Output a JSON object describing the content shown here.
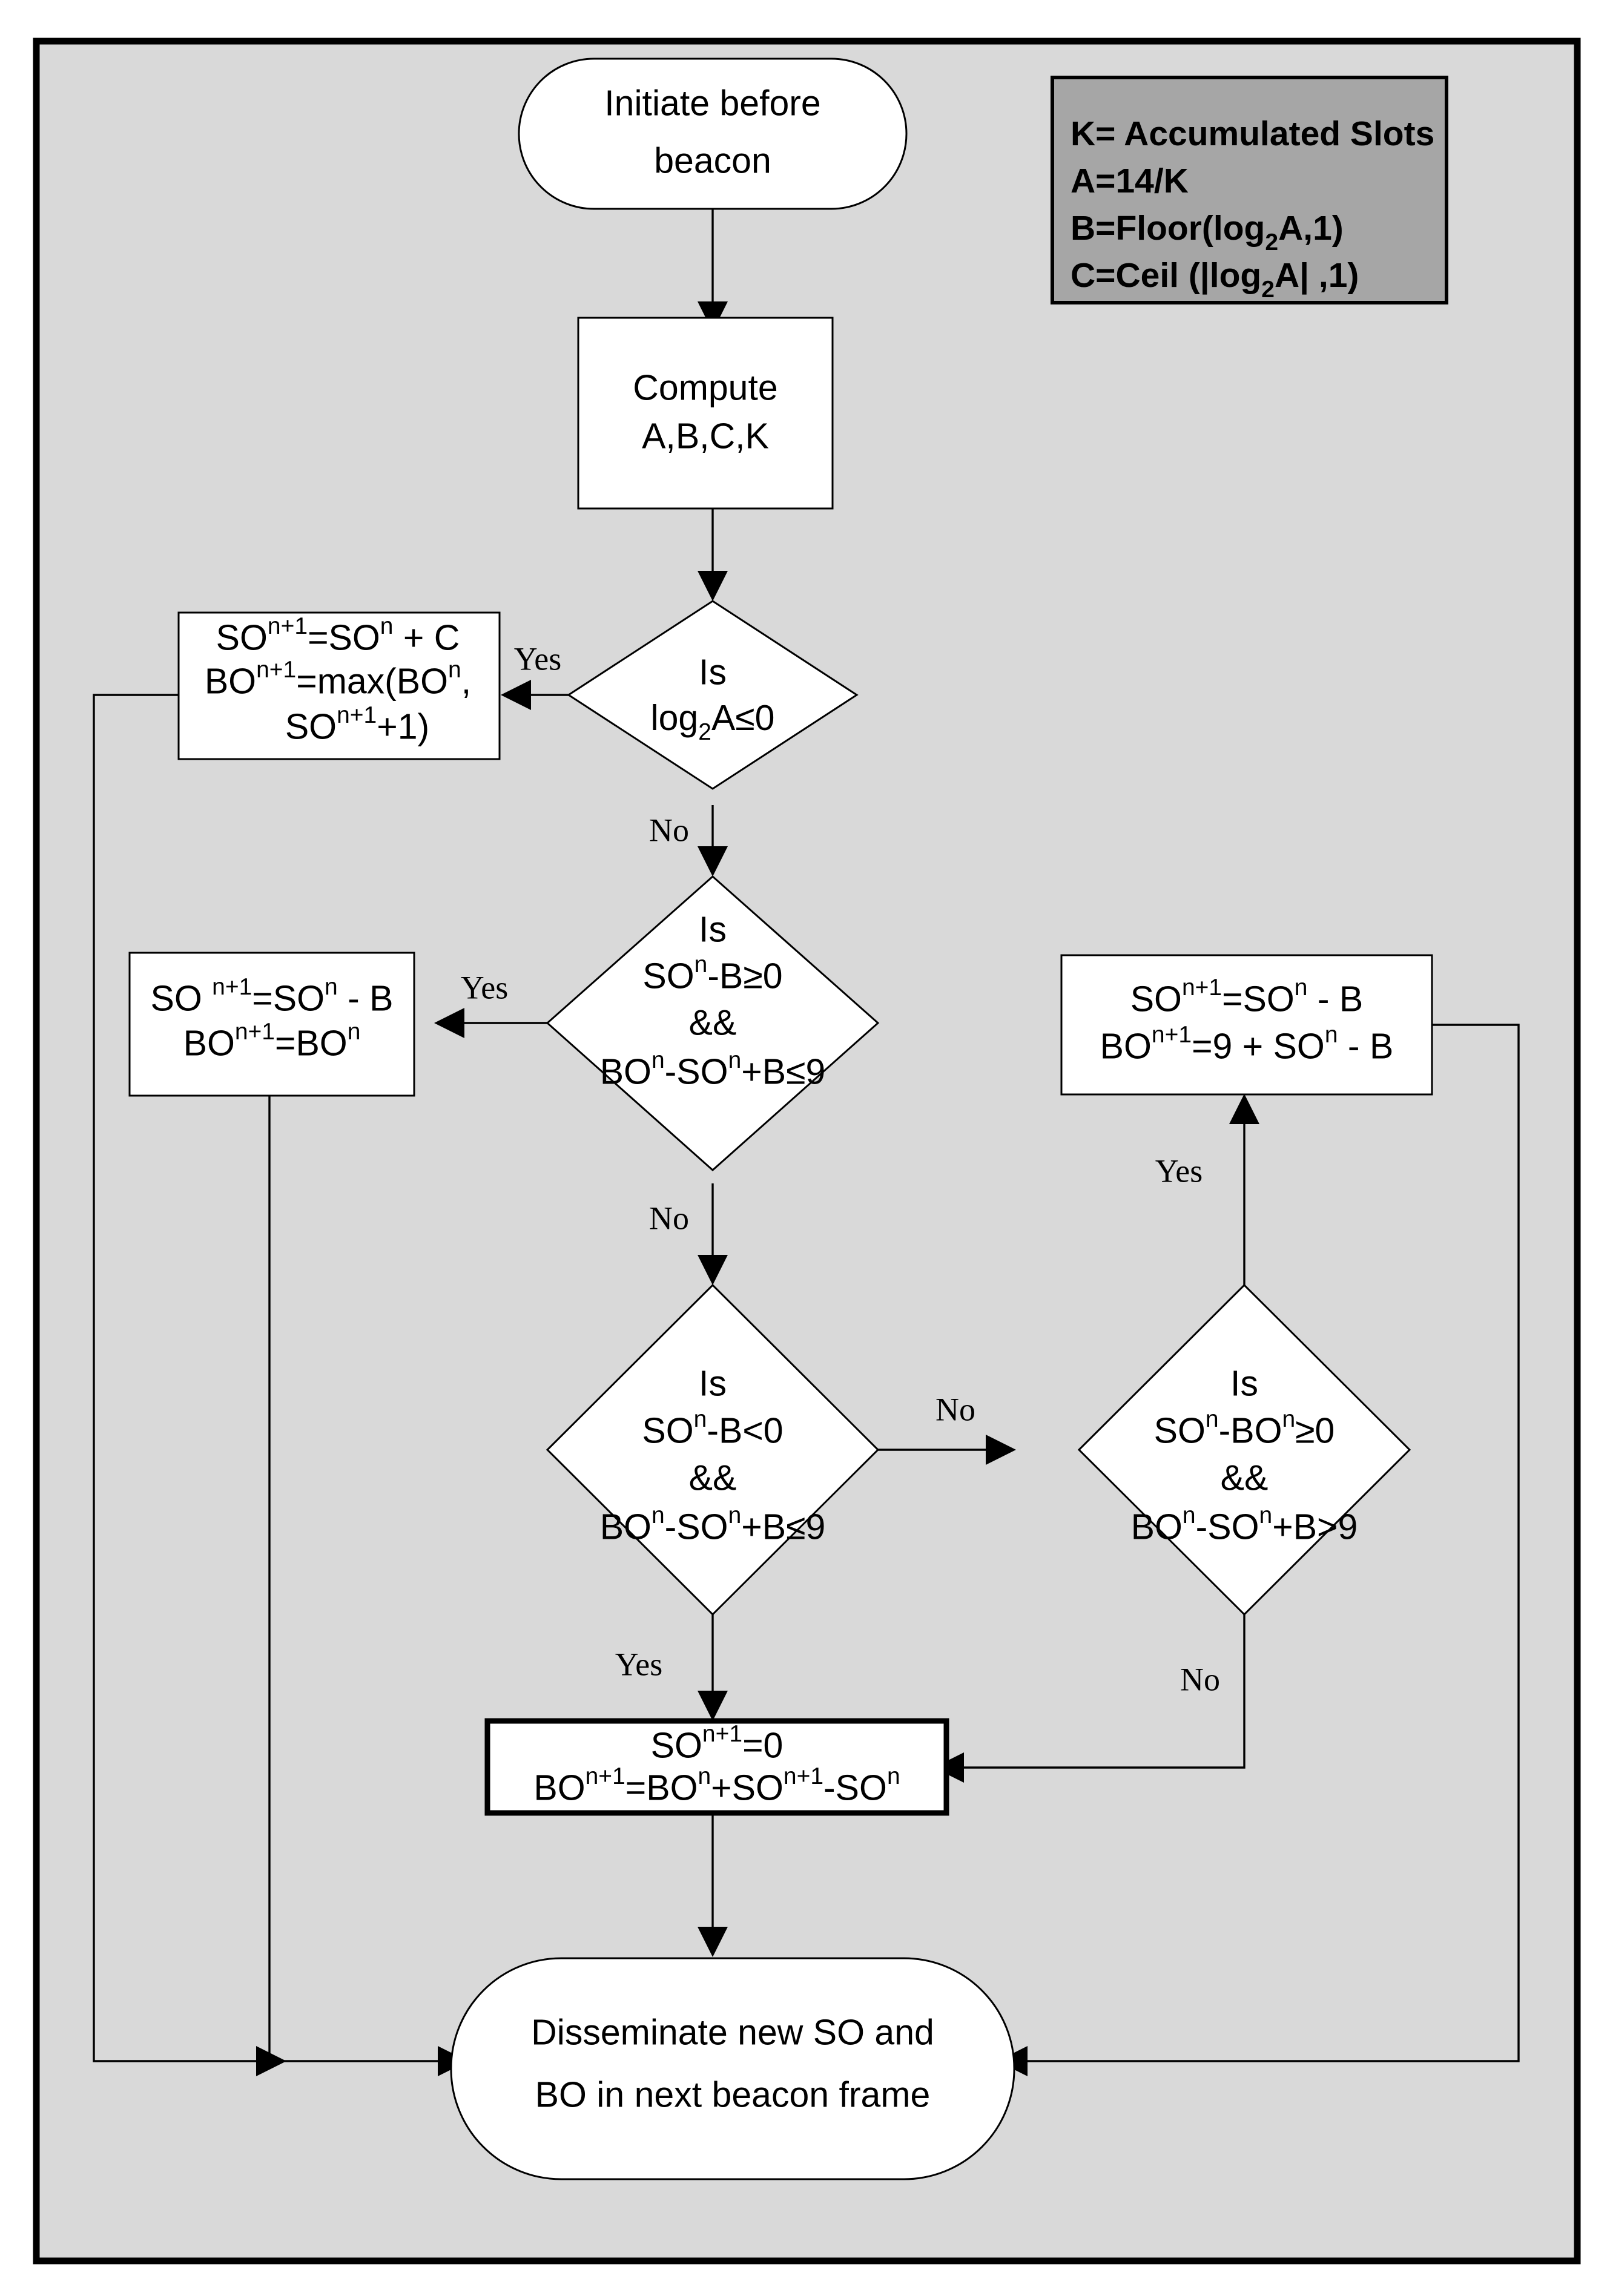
{
  "diagram": {
    "title": "Superframe Order and Beacon Order adaptation flowchart",
    "background_color": "#d9d9d9",
    "legend_color": "#a6a6a6",
    "node_fill": "#ffffff",
    "line_color": "#000000"
  },
  "legend": {
    "name": "definitions-legend",
    "lines": [
      {
        "id": "k",
        "prefix": "K= Accumulated Slots",
        "sub": "",
        "suffix": ""
      },
      {
        "id": "a",
        "prefix": "A=14/K",
        "sub": "",
        "suffix": ""
      },
      {
        "id": "b",
        "prefix": "B=Floor(log",
        "sub": "2",
        "suffix": "A,1)"
      },
      {
        "id": "c",
        "prefix": "C=Ceil (|log",
        "sub": "2",
        "suffix": "A| ,1)"
      }
    ]
  },
  "nodes": {
    "start": {
      "id": "start",
      "type": "terminator",
      "lines": [
        "Initiate before",
        "beacon"
      ]
    },
    "compute": {
      "id": "compute",
      "type": "process",
      "lines": [
        "Compute",
        "A,B,C,K"
      ]
    },
    "decision_log": {
      "id": "decision-log2a",
      "type": "decision",
      "line1": "Is",
      "line2_prefix": "log",
      "line2_sub": "2",
      "line2_suffix": "A≤0"
    },
    "process_c": {
      "id": "process-so-plus-c",
      "type": "process",
      "lines": [
        {
          "segments": [
            {
              "t": "SO",
              "k": "n"
            },
            {
              "t": "=SO",
              "k": "n"
            },
            {
              "t": "+ C",
              "k": ""
            }
          ],
          "text": "SO^(n+1)=SO^n + C"
        },
        {
          "segments": [
            {
              "t": "BO",
              "k": "n"
            },
            {
              "t": "=max(BO",
              "k": "n"
            },
            {
              "t": ",",
              "k": ""
            }
          ],
          "text": "BO^(n+1)=max(BO^n,"
        },
        {
          "segments": [
            {
              "t": "SO",
              "k": "n"
            },
            {
              "t": "+1)",
              "k": ""
            }
          ],
          "text": "SO^(n+1)+1)"
        }
      ]
    },
    "decision_2": {
      "id": "decision-so-minus-b-ge0",
      "type": "decision",
      "line1": "Is",
      "line2": "SO^n-B≥0",
      "line3": "&&",
      "line4": "BO^n-SO^n+B≤9"
    },
    "process_left2": {
      "id": "process-so-minus-b",
      "type": "process",
      "line1": "SO^(n+1)=SO^n - B",
      "line2": "BO^(n+1)=BO^n"
    },
    "process_right": {
      "id": "process-bo-9-plus-so-minus-b",
      "type": "process",
      "line1": "SO^(n+1)=SO^n - B",
      "line2": "BO^(n+1)=9 + SO^n - B"
    },
    "decision_3": {
      "id": "decision-so-minus-b-lt0",
      "type": "decision",
      "line1": "Is",
      "line2": "SO^n-B<0",
      "line3": "&&",
      "line4": "BO^n-SO^n+B≤9"
    },
    "decision_4": {
      "id": "decision-so-minus-bo-ge0",
      "type": "decision",
      "line1": "Is",
      "line2": "SO^n-BO^n≥0",
      "line3": "&&",
      "line4": "BO^n-SO^n+B>9"
    },
    "process_zero": {
      "id": "process-so-zero",
      "type": "process",
      "line1": "SO^(n+1)=0",
      "line2": "BO^(n+1)=BO^n+SO^(n+1)-SO^n"
    },
    "end": {
      "id": "disseminate",
      "type": "terminator",
      "lines": [
        "Disseminate new SO and",
        "BO in next beacon frame"
      ]
    }
  },
  "branch_labels": {
    "d1_yes": "Yes",
    "d1_no": "No",
    "d2_yes": "Yes",
    "d2_no": "No",
    "d3_yes": "Yes",
    "d3_no": "No",
    "d4_yes": "Yes",
    "d4_no": "No"
  },
  "symbols": {
    "superscript_next": "n+1",
    "superscript_curr": "n",
    "log_base": "2"
  }
}
